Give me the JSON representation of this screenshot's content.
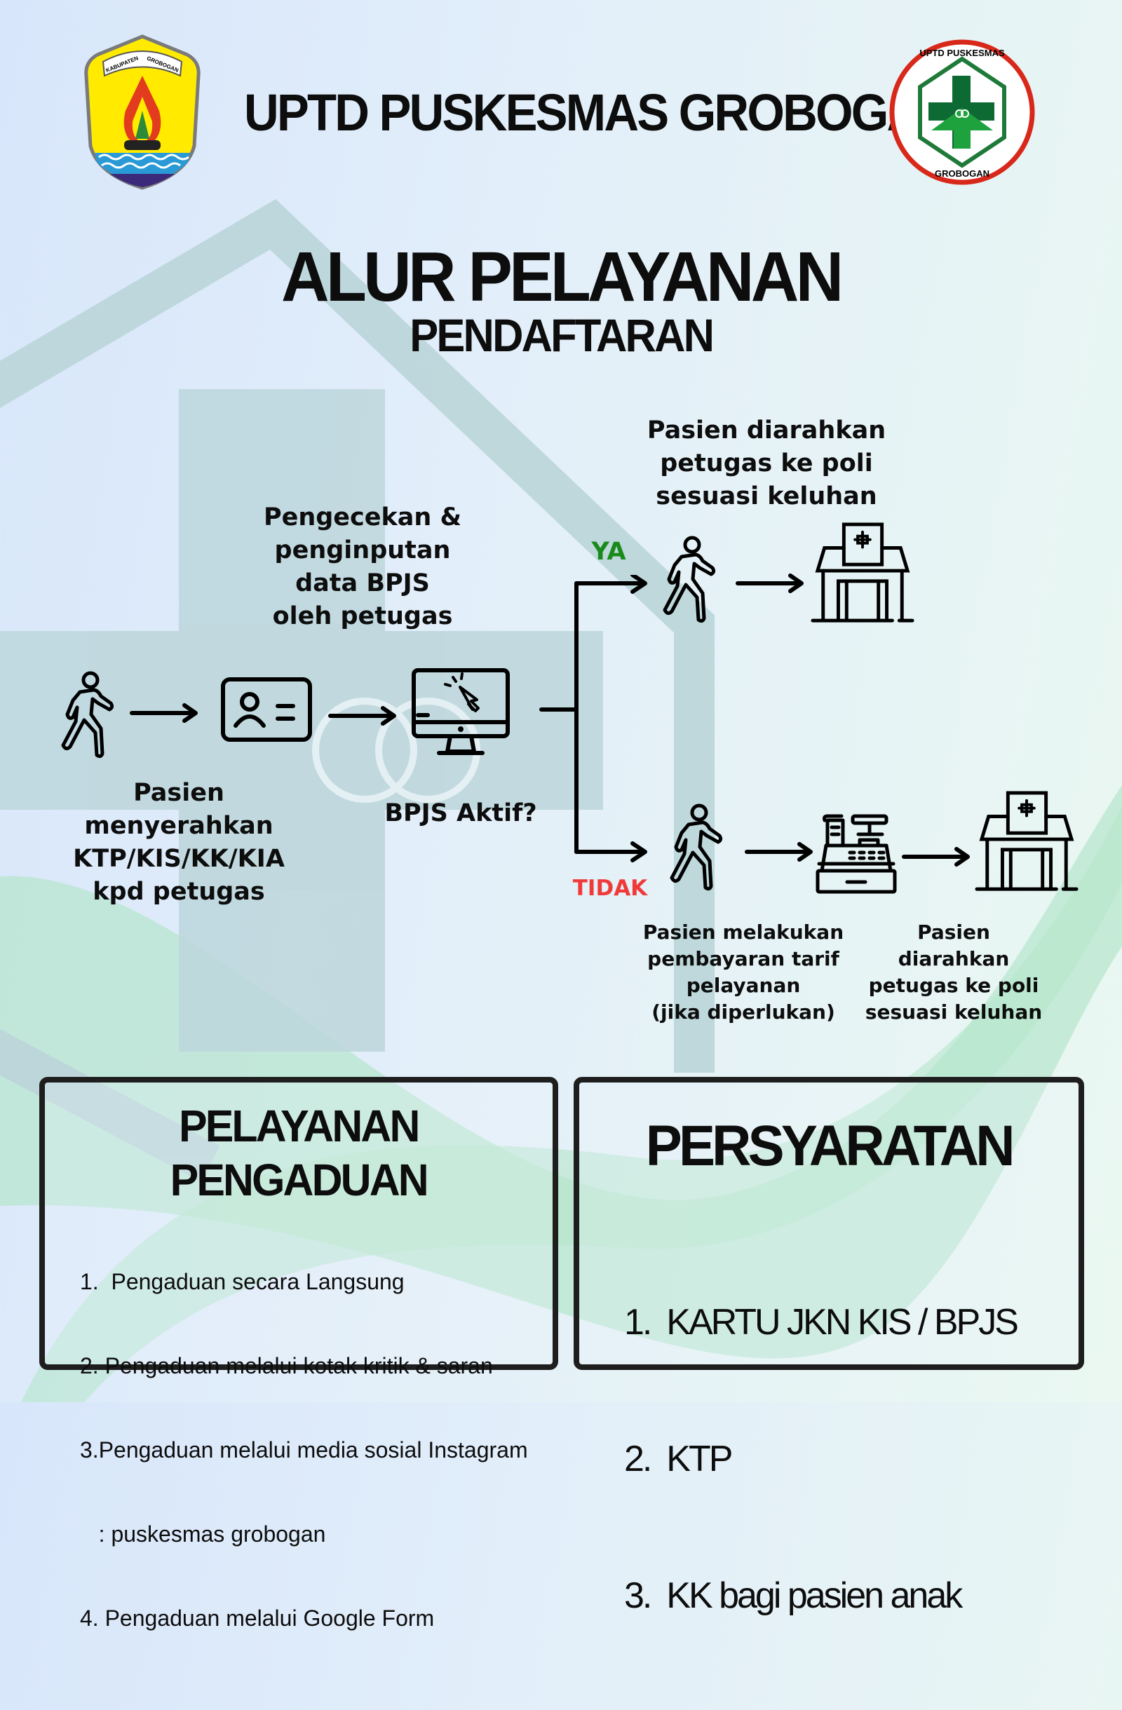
{
  "header": {
    "title": "UPTD PUSKESMAS GROBOGAN",
    "left_logo_text": [
      "KABUPATEN",
      "GROBOGAN"
    ],
    "right_logo_text": [
      "UPTD PUSKESMAS",
      "GROBOGAN"
    ]
  },
  "title": {
    "main": "ALUR PELAYANAN",
    "sub": "PENDAFTARAN"
  },
  "flow": {
    "step1_label": [
      "Pasien",
      "menyerahkan",
      "KTP/KIS/KK/KIA",
      "kpd petugas"
    ],
    "step2_label": [
      "Pengecekan &",
      "penginputan",
      "data BPJS",
      "oleh petugas"
    ],
    "decision_label": "BPJS Aktif?",
    "yes_label": "YA",
    "no_label": "TIDAK",
    "yes_result": [
      "Pasien diarahkan",
      "petugas ke poli",
      "sesuasi keluhan"
    ],
    "no_payment": [
      "Pasien melakukan",
      "pembayaran tarif",
      "pelayanan",
      "(jika diperlukan)"
    ],
    "no_result": [
      "Pasien",
      "diarahkan",
      "petugas ke poli",
      "sesuasi keluhan"
    ],
    "icons": [
      "walking-person-icon",
      "id-card-icon",
      "computer-monitor-icon",
      "clinic-icon",
      "cash-register-icon",
      "arrow-right-icon"
    ]
  },
  "complaints": {
    "heading": [
      "PELAYANAN",
      "PENGADUAN"
    ],
    "items": [
      "1.  Pengaduan secara Langsung",
      "2. Pengaduan melalui kotak kritik & saran",
      "3.Pengaduan melalui media sosial Instagram",
      "   : puskesmas grobogan",
      "4. Pengaduan melalui Google Form"
    ]
  },
  "requirements": {
    "heading": "PERSYARATAN",
    "items": [
      "1.  KARTU JKN KIS / BPJS",
      "2.  KTP",
      "3.  KK bagi pasien anak"
    ]
  },
  "colors": {
    "yes": "#1a8a1a",
    "no": "#f03a3a",
    "text": "#0d0d0d",
    "watermark": "#bcd6da",
    "swoosh": "#b5e6cc"
  }
}
